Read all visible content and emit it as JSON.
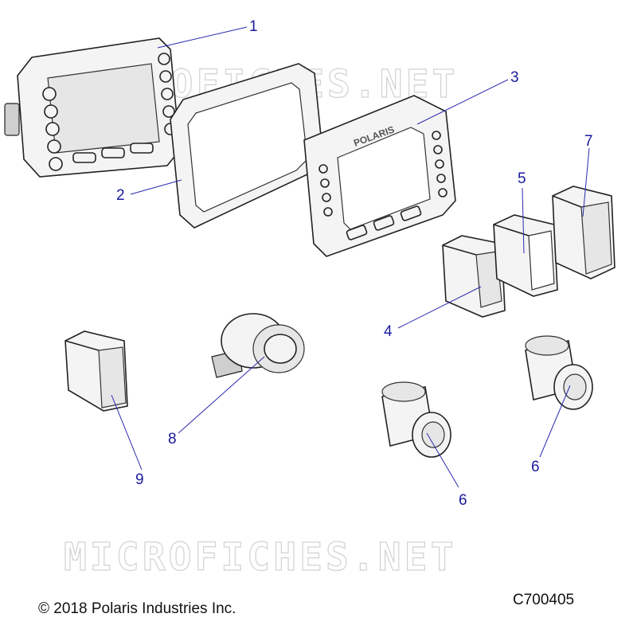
{
  "watermarks": [
    "MICROFICHES.NET",
    "MICROFICHES.NET"
  ],
  "callouts": [
    "1",
    "2",
    "3",
    "4",
    "5",
    "6",
    "6",
    "7",
    "8",
    "9"
  ],
  "bezel_logo": "POLARIS",
  "footer": {
    "copyright": "© 2018 Polaris Industries Inc.",
    "diagram_code": "C700405"
  }
}
